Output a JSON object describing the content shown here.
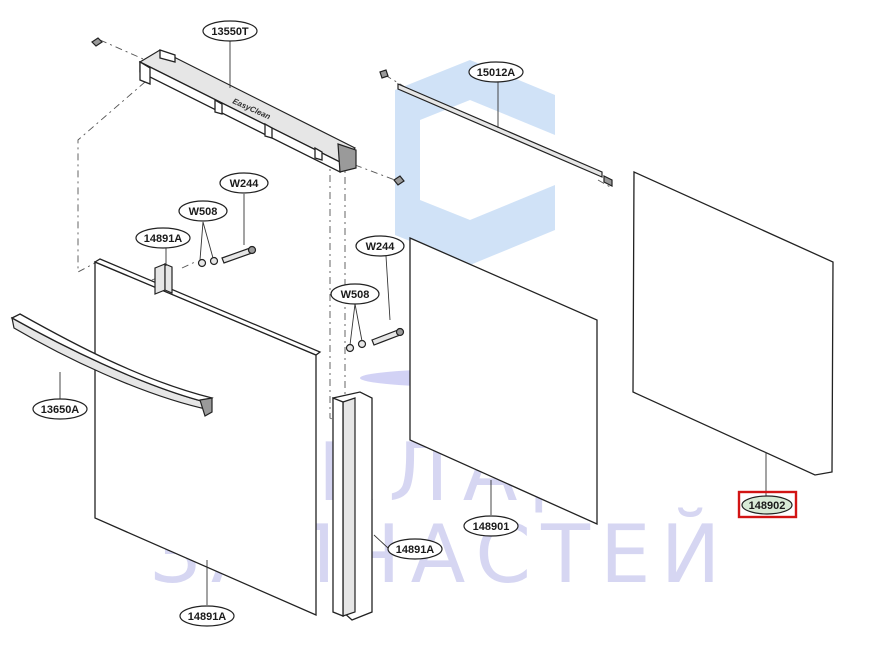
{
  "watermark": {
    "line1": "СКЛАД",
    "line2": "ЗАПЧАСТЕЙ",
    "color": "#c9c9ee",
    "logo_color": "#bcd6f4",
    "logo_shadow_color": "#c3c3f1"
  },
  "handle_brand_text": "EasyClean",
  "highlight_color": "#d21414",
  "callouts": {
    "c_13550T": "13550T",
    "c_15012A": "15012A",
    "c_W244_top": "W244",
    "c_W508_top": "W508",
    "c_14891A_upper": "14891A",
    "c_W244_mid": "W244",
    "c_W508_mid": "W508",
    "c_13650A": "13650A",
    "c_148901": "148901",
    "c_148902": "148902",
    "c_14891A_right": "14891A",
    "c_14891A_bottom": "14891A"
  }
}
